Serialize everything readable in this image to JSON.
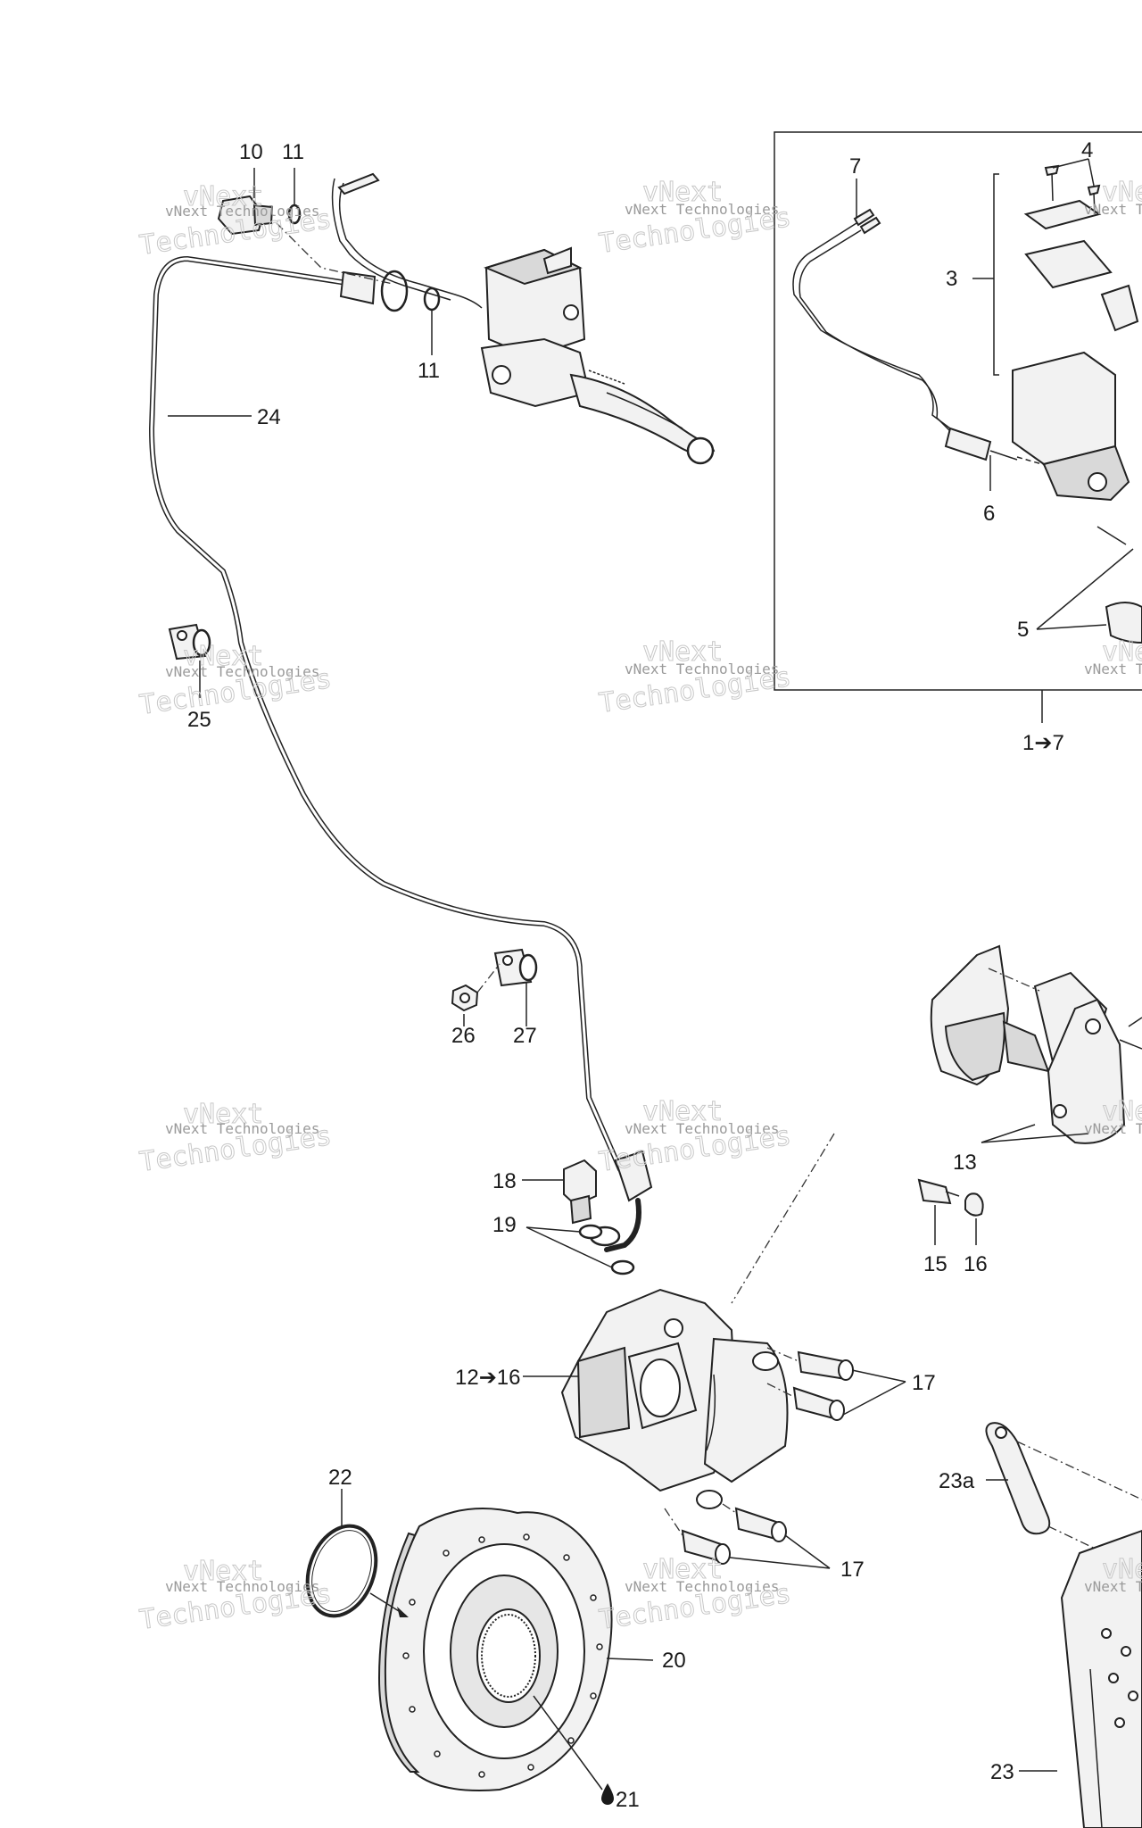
{
  "watermark": {
    "line1": "vNext",
    "line2": "vNext Technologies",
    "line3": "Technologies"
  },
  "callouts": {
    "c10": "10",
    "c11a": "11",
    "c11b": "11",
    "c24": "24",
    "c25": "25",
    "c7": "7",
    "c4": "4",
    "c3": "3",
    "c6": "6",
    "c5": "5",
    "c1to7": "1➔7",
    "c26": "26",
    "c27": "27",
    "c13": "13",
    "c18": "18",
    "c19": "19",
    "c15": "15",
    "c16": "16",
    "c12to16": "12➔16",
    "c17a": "17",
    "c17b": "17",
    "c22": "22",
    "c23a": "23a",
    "c20": "20",
    "c21": "21",
    "c23": "23"
  }
}
